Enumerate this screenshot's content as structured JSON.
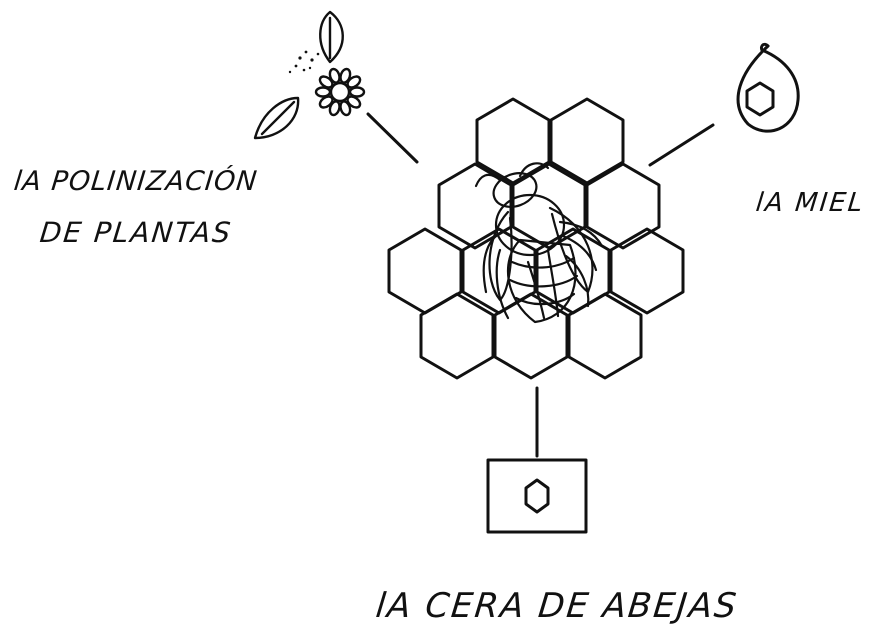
{
  "labels": {
    "pollination_line1": "lA POLINIZACIÓN",
    "pollination_line2": "DE PLANTAS",
    "honey": "lA MIEL",
    "wax": "lA CERA DE ABEJAS"
  },
  "icons": {
    "center": "bee-on-honeycomb-icon",
    "pollination": "flower-with-leaves-icon",
    "honey": "honey-drop-icon",
    "wax": "wax-block-icon"
  },
  "colors": {
    "ink": "#111111",
    "background": "#ffffff"
  }
}
